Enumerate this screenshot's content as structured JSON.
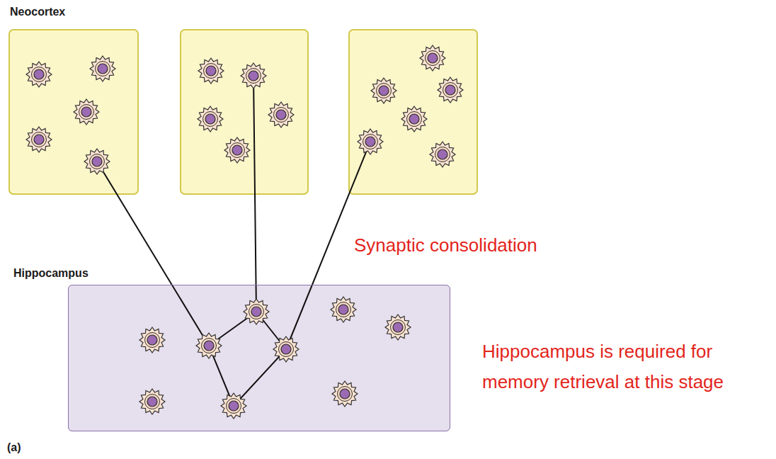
{
  "diagram": {
    "nodes": [
      {
        "text": [
          "Hippocampus"
        ]
      }
    ],
    "labels": [
      "Neocortex",
      "Synaptic consolidation",
      "Hippocampus is required for memory retrieval at this stage",
      "(a)"
    ]
  }
}
